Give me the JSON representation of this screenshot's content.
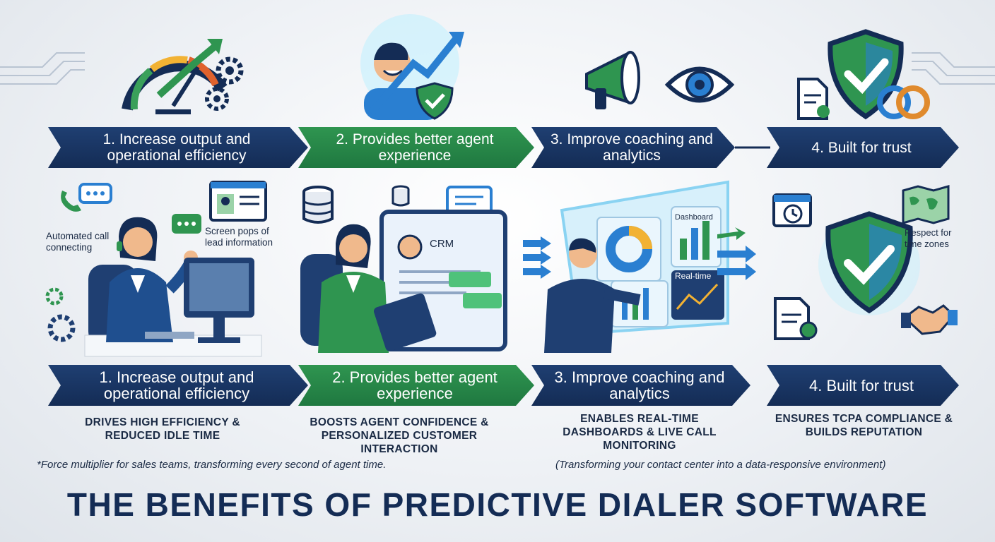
{
  "steps_top": [
    {
      "label": "1. Increase output and operational efficiency"
    },
    {
      "label": "2. Provides better agent experience"
    },
    {
      "label": "3. Improve coaching and analytics"
    },
    {
      "label": "4. Built for trust"
    }
  ],
  "steps_bottom": [
    {
      "label": "1. Increase output and operational efficiency",
      "desc": "Drives high efficiency & reduced idle time"
    },
    {
      "label": "2. Provides better agent experience",
      "desc": "Boosts agent confidence & personalized customer interaction"
    },
    {
      "label": "3. Improve coaching and analytics",
      "desc": "Enables real-time dashboards & live call monitoring"
    },
    {
      "label": "4. Built for trust",
      "desc": "Ensures TCPA compliance & builds reputation"
    }
  ],
  "callouts": {
    "auto_call": "Automated call connecting",
    "screen_pops": "Screen pops of lead information",
    "crm": "CRM",
    "dashboard": "Dashboard",
    "realtime": "Real-time",
    "time_zones": "Respect for time zones"
  },
  "notes": {
    "left": "*Force multiplier for sales teams, transforming every second of agent time.",
    "right": "(Transforming your contact center into a data-responsive environment)"
  },
  "title": "THE BENEFITS OF PREDICTIVE DIALER SOFTWARE",
  "colors": {
    "navy": "#142c55",
    "green": "#1f7840",
    "accent_blue": "#2a7fd1",
    "light_green": "#4fc27a"
  }
}
